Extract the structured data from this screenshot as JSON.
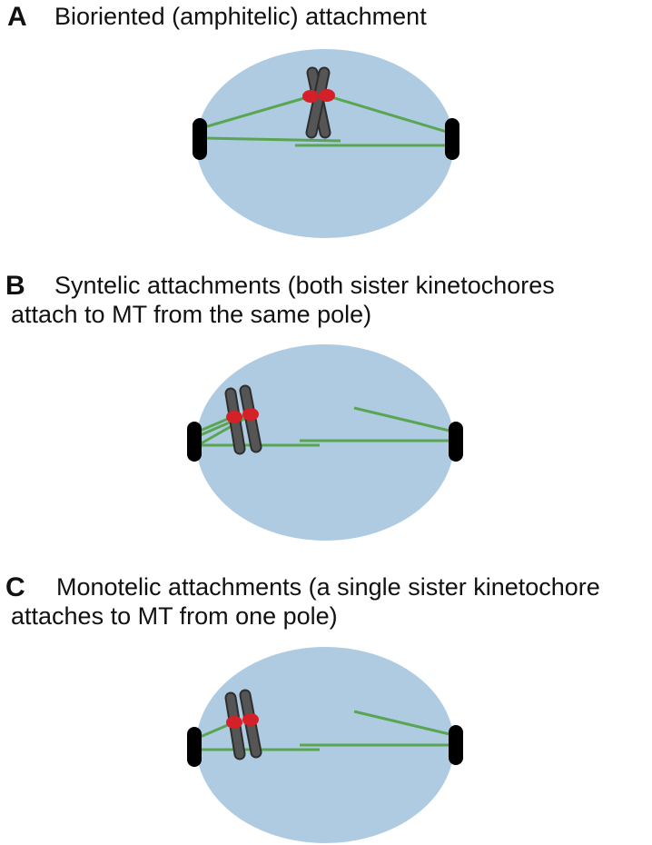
{
  "panels": [
    {
      "letter": "A",
      "caption_lines": [
        "Bioriented (amphitelic) attachment"
      ]
    },
    {
      "letter": "B",
      "caption_lines": [
        "Syntelic attachments (both sister kinetochores",
        "attach to MT from the same pole)"
      ]
    },
    {
      "letter": "C",
      "caption_lines": [
        "Monotelic attachments (a single sister kinetochore",
        "attaches to MT from one pole)"
      ]
    }
  ],
  "colors": {
    "cell": "#aecbe2",
    "microtubule": "#5aa552",
    "chromatid": "#555555",
    "chromatid_outline": "#2e2e2e",
    "kinetochore": "#d42027",
    "pole": "#000000"
  }
}
